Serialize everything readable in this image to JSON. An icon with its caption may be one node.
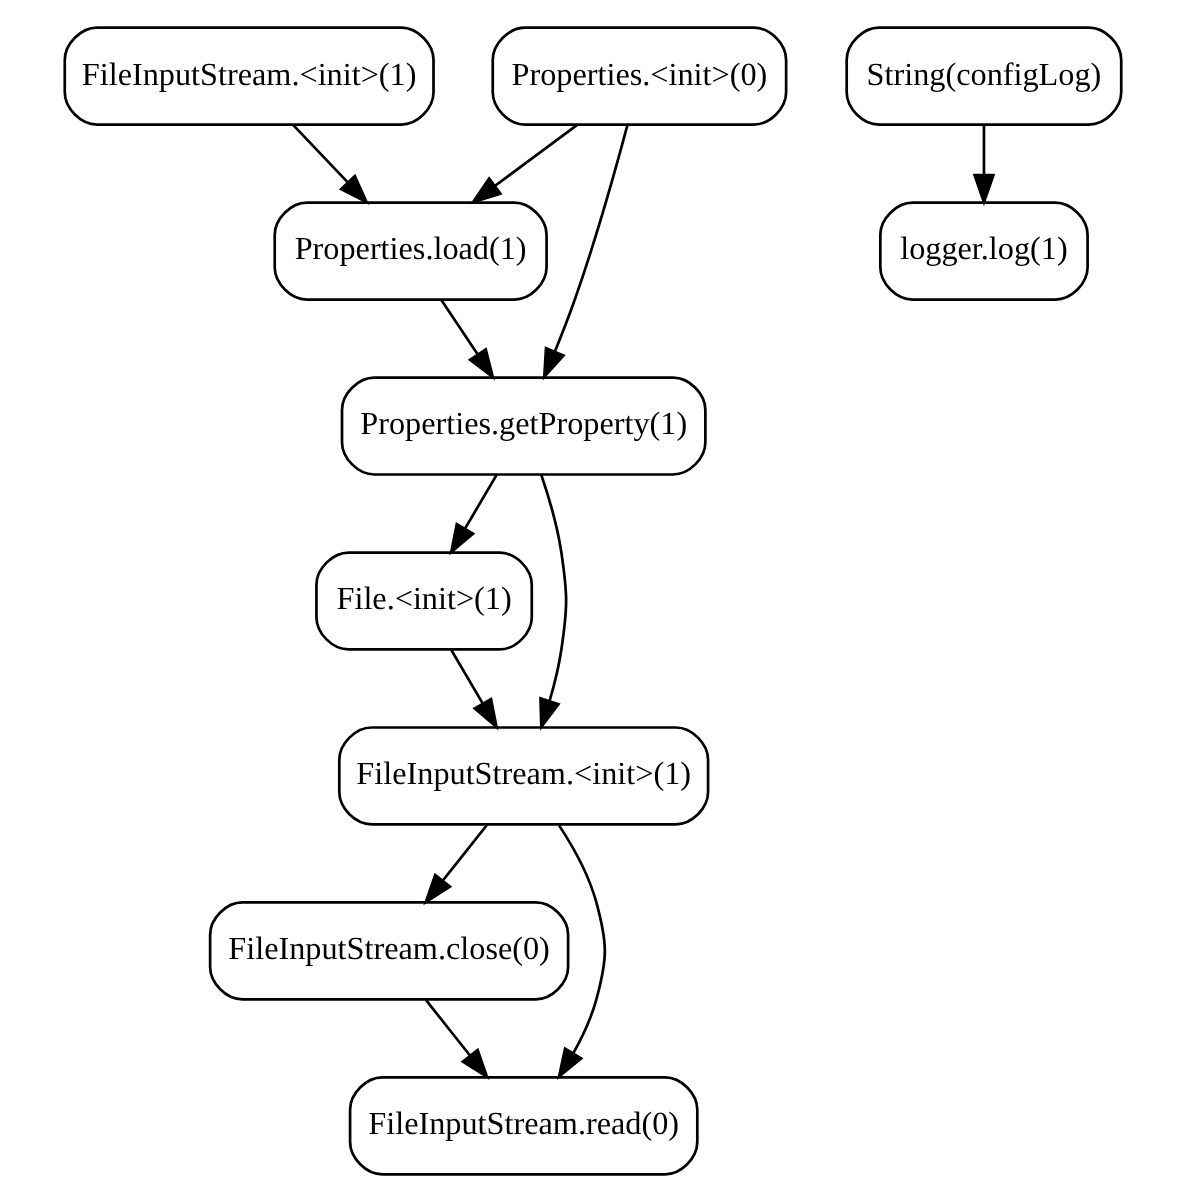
{
  "diagram": {
    "nodes": [
      {
        "text": [
          "FileInputStream.<init>(1)"
        ]
      },
      {
        "text": [
          "Properties.<init>(0)"
        ]
      },
      {
        "text": [
          "String(configLog)"
        ]
      },
      {
        "text": [
          "Properties.load(1)"
        ]
      },
      {
        "text": [
          "logger.log(1)"
        ]
      },
      {
        "text": [
          "Properties.getProperty(1)"
        ]
      },
      {
        "text": [
          "File.<init>(1)"
        ]
      },
      {
        "text": [
          "FileInputStream.<init>(1)"
        ]
      },
      {
        "text": [
          "FileInputStream.close(0)"
        ]
      },
      {
        "text": [
          "FileInputStream.read(0)"
        ]
      }
    ],
    "edges": [
      {
        "from": 0,
        "to": 3,
        "arrow": "to"
      },
      {
        "from": 1,
        "to": 3,
        "arrow": "to"
      },
      {
        "from": 1,
        "to": 5,
        "arrow": "to"
      },
      {
        "from": 2,
        "to": 4,
        "arrow": "to"
      },
      {
        "from": 3,
        "to": 5,
        "arrow": "to"
      },
      {
        "from": 5,
        "to": 6,
        "arrow": "to"
      },
      {
        "from": 5,
        "to": 7,
        "arrow": "to"
      },
      {
        "from": 6,
        "to": 7,
        "arrow": "to"
      },
      {
        "from": 7,
        "to": 8,
        "arrow": "to"
      },
      {
        "from": 7,
        "to": 9,
        "arrow": "to"
      },
      {
        "from": 8,
        "to": 9,
        "arrow": "to"
      }
    ]
  }
}
